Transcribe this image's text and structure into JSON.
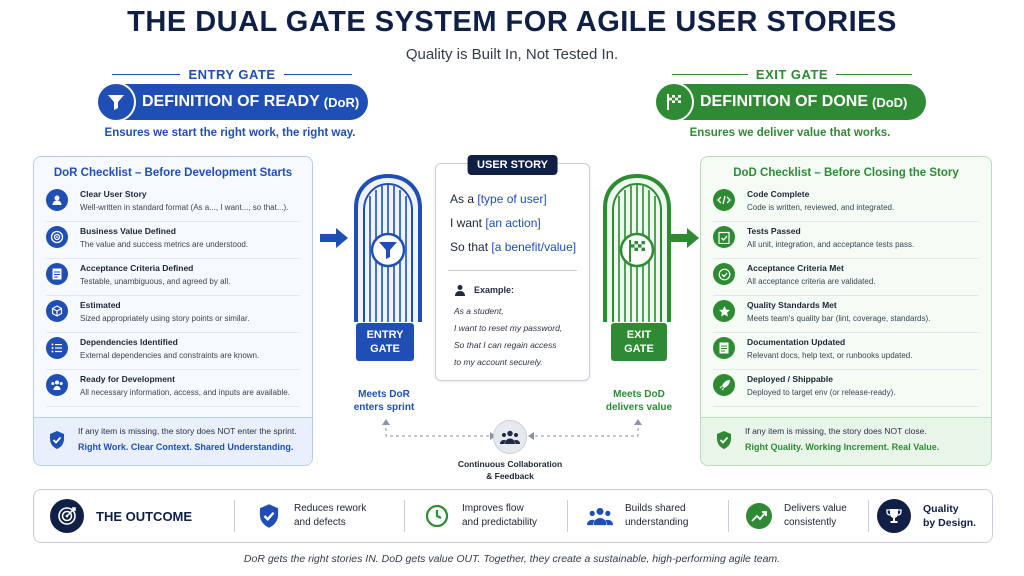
{
  "header": {
    "title": "THE DUAL GATE SYSTEM FOR AGILE USER STORIES",
    "subtitle": "Quality is Built In, Not Tested In."
  },
  "entry": {
    "label": "ENTRY GATE",
    "pill_title": "DEFINITION OF READY",
    "pill_abbr": "(DoR)",
    "tagline": "Ensures we start the right work, the right way.",
    "color": "#1f4fb5"
  },
  "exit": {
    "label": "EXIT GATE",
    "pill_title": "DEFINITION OF DONE",
    "pill_abbr": "(DoD)",
    "tagline": "Ensures we deliver value that works.",
    "color": "#2e8b34"
  },
  "dor": {
    "title": "DoR Checklist – Before Development Starts",
    "items": [
      {
        "icon": "user-icon",
        "title": "Clear User Story",
        "desc": "Well-written in standard format (As a..., I want..., so that...)."
      },
      {
        "icon": "target-icon",
        "title": "Business Value Defined",
        "desc": "The value and success metrics are understood."
      },
      {
        "icon": "document-icon",
        "title": "Acceptance Criteria Defined",
        "desc": "Testable, unambiguous, and agreed by all."
      },
      {
        "icon": "cube-icon",
        "title": "Estimated",
        "desc": "Sized appropriately using story points or similar."
      },
      {
        "icon": "list-icon",
        "title": "Dependencies Identified",
        "desc": "External dependencies and constraints are known."
      },
      {
        "icon": "team-icon",
        "title": "Ready for Development",
        "desc": "All necessary information, access, and inputs are available."
      }
    ],
    "note": "If any item is missing, the story does NOT enter the sprint.",
    "note_strong": "Right Work. Clear Context. Shared Understanding."
  },
  "dod": {
    "title": "DoD Checklist – Before Closing the Story",
    "items": [
      {
        "icon": "code-icon",
        "title": "Code Complete",
        "desc": "Code is written, reviewed, and integrated."
      },
      {
        "icon": "clipboard-check-icon",
        "title": "Tests Passed",
        "desc": "All unit, integration, and acceptance tests pass."
      },
      {
        "icon": "check-circle-icon",
        "title": "Acceptance Criteria Met",
        "desc": "All acceptance criteria are validated."
      },
      {
        "icon": "star-icon",
        "title": "Quality Standards Met",
        "desc": "Meets team's quality bar (lint, coverage, standards)."
      },
      {
        "icon": "doc-icon",
        "title": "Documentation Updated",
        "desc": "Relevant docs, help text, or runbooks updated."
      },
      {
        "icon": "rocket-icon",
        "title": "Deployed / Shippable",
        "desc": "Deployed to target env (or release-ready)."
      }
    ],
    "note": "If any item is missing, the story does NOT close.",
    "note_strong": "Right Quality. Working Increment. Real Value."
  },
  "story": {
    "header": "USER STORY",
    "as_a": "As a",
    "as_a_v": "[type of user]",
    "i_want": "I want",
    "i_want_v": "[an action]",
    "so_that": "So that",
    "so_that_v": "[a benefit/value]",
    "example_label": "Example:",
    "ex1": "As a student,",
    "ex2": "I want to reset my password,",
    "ex3": "So that I can regain access",
    "ex4": "to my account securely."
  },
  "gates": {
    "entry_sign_1": "ENTRY",
    "entry_sign_2": "GATE",
    "exit_sign_1": "EXIT",
    "exit_sign_2": "GATE",
    "entry_cap_1": "Meets DoR",
    "entry_cap_2": "enters sprint",
    "exit_cap_1": "Meets DoD",
    "exit_cap_2": "delivers value",
    "collab_1": "Continuous Collaboration",
    "collab_2": "& Feedback"
  },
  "outcome": {
    "label": "THE OUTCOME",
    "c1a": "Reduces rework",
    "c1b": "and defects",
    "c2a": "Improves flow",
    "c2b": "and predictability",
    "c3a": "Builds shared",
    "c3b": "understanding",
    "c4a": "Delivers value",
    "c4b": "consistently",
    "c5a": "Quality",
    "c5b": "by Design."
  },
  "footer": "DoR gets the right stories IN. DoD gets value OUT. Together, they create a sustainable, high-performing agile team."
}
